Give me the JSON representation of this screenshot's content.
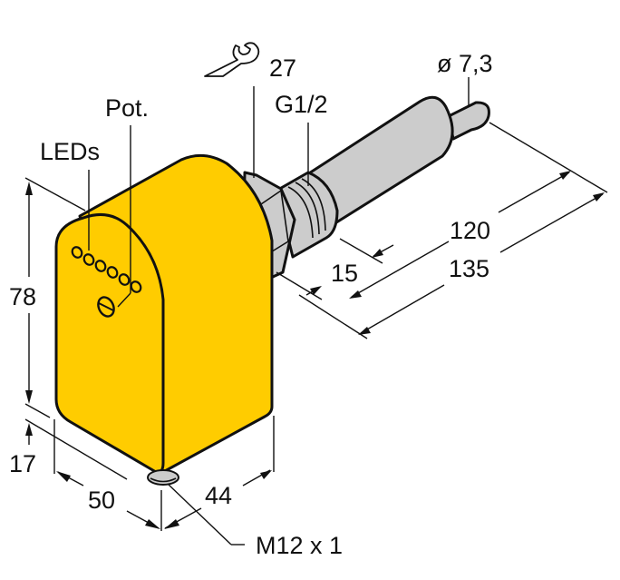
{
  "drawing": {
    "title": "Flow sensor dimensional drawing",
    "colors": {
      "housing": "#FFCC00",
      "metal": "#CCCCCC",
      "line": "#111111",
      "background": "#FFFFFF"
    },
    "callouts": {
      "leds": "LEDs",
      "pot": "Pot.",
      "wrench_size": "27",
      "thread": "G1/2",
      "probe_diameter": "ø 7,3",
      "connector": "M12 x 1"
    },
    "dimensions": {
      "height": "78",
      "connector_offset": "17",
      "width": "50",
      "depth": "44",
      "thread_length": "15",
      "probe_length": "120",
      "total_length": "135"
    },
    "icons": {
      "wrench": "wrench-icon"
    }
  }
}
